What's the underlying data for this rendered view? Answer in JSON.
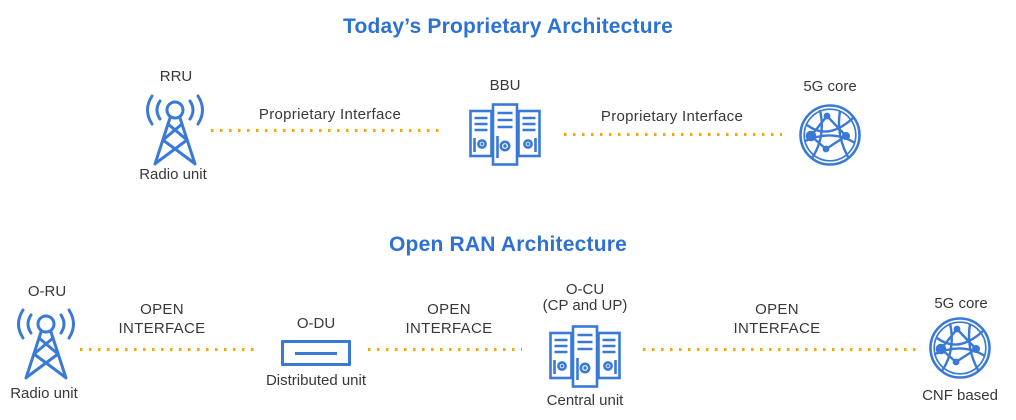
{
  "top": {
    "title": "Today’s Proprietary Architecture",
    "rru": {
      "code": "RRU",
      "name": "Radio unit"
    },
    "link1": {
      "label": "Proprietary Interface"
    },
    "bbu": {
      "code": "BBU"
    },
    "link2": {
      "label": "Proprietary Interface"
    },
    "core": {
      "code": "5G core"
    }
  },
  "bottom": {
    "title": "Open RAN Architecture",
    "oru": {
      "code": "O-RU",
      "name": "Radio unit"
    },
    "link1": {
      "label": "OPEN INTERFACE"
    },
    "odu": {
      "code": "O-DU",
      "name": "Distributed unit"
    },
    "link2": {
      "label": "OPEN INTERFACE"
    },
    "ocu": {
      "code": "O-CU",
      "sub": "(CP and UP)",
      "name": "Central unit"
    },
    "link3": {
      "label": "OPEN INTERFACE"
    },
    "core": {
      "code": "5G core",
      "name": "CNF based"
    }
  },
  "icons": {
    "radio_tower": "radio-tower-icon",
    "server_rack": "server-rack-icon",
    "network_globe": "network-globe-icon",
    "distributed_unit": "distributed-unit-box-icon"
  },
  "colors": {
    "title_blue": "#2d72d2",
    "icon_blue": "#3a7ad6",
    "dot_orange": "#f2a900",
    "label_dark": "#383838"
  }
}
